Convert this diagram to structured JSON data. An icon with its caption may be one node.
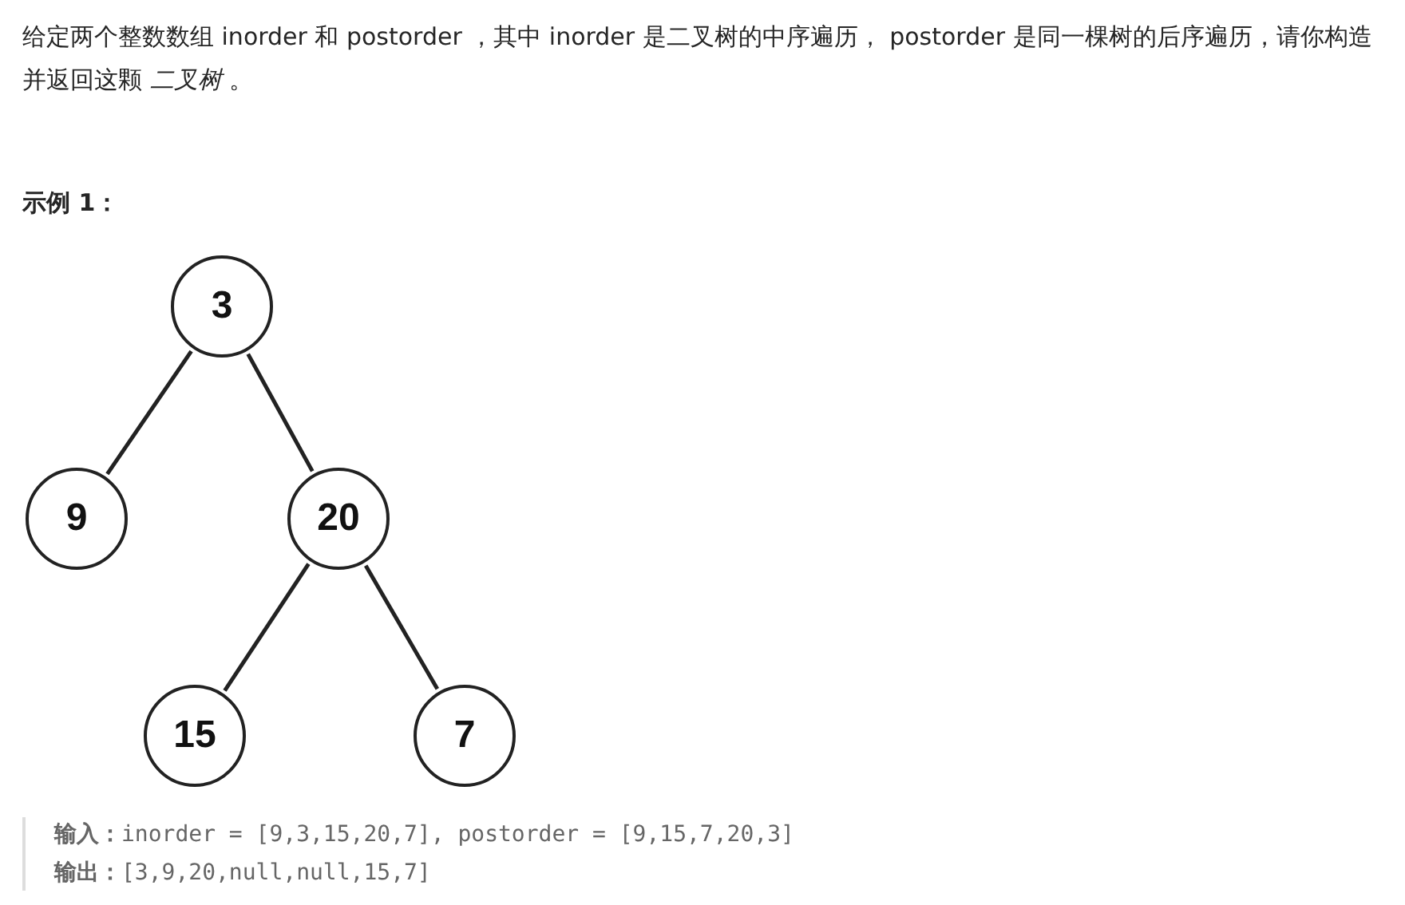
{
  "diagram": {
    "nodes": [
      {
        "text": [
          "3"
        ]
      },
      {
        "text": [
          "9"
        ]
      },
      {
        "text": [
          "20"
        ]
      },
      {
        "text": [
          "15"
        ]
      },
      {
        "text": [
          "7"
        ]
      }
    ],
    "edges": [
      {
        "from": 0,
        "to": 1,
        "arrow": "none"
      },
      {
        "from": 0,
        "to": 2,
        "arrow": "none"
      },
      {
        "from": 2,
        "to": 3,
        "arrow": "none"
      },
      {
        "from": 2,
        "to": 4,
        "arrow": "none"
      }
    ],
    "labels": [
      "给定两个整数数组 inorder 和 postorder ，其中 inorder 是二叉树的中序遍历， postorder 是同一棵树的后序遍历，请你构造并返回这颗 *二叉树* 。",
      "示例 1：",
      "**输入：**inorder = [9,3,15,20,7], postorder = [9,15,7,20,3]",
      "**输出：**[3,9,20,null,null,15,7]"
    ]
  }
}
